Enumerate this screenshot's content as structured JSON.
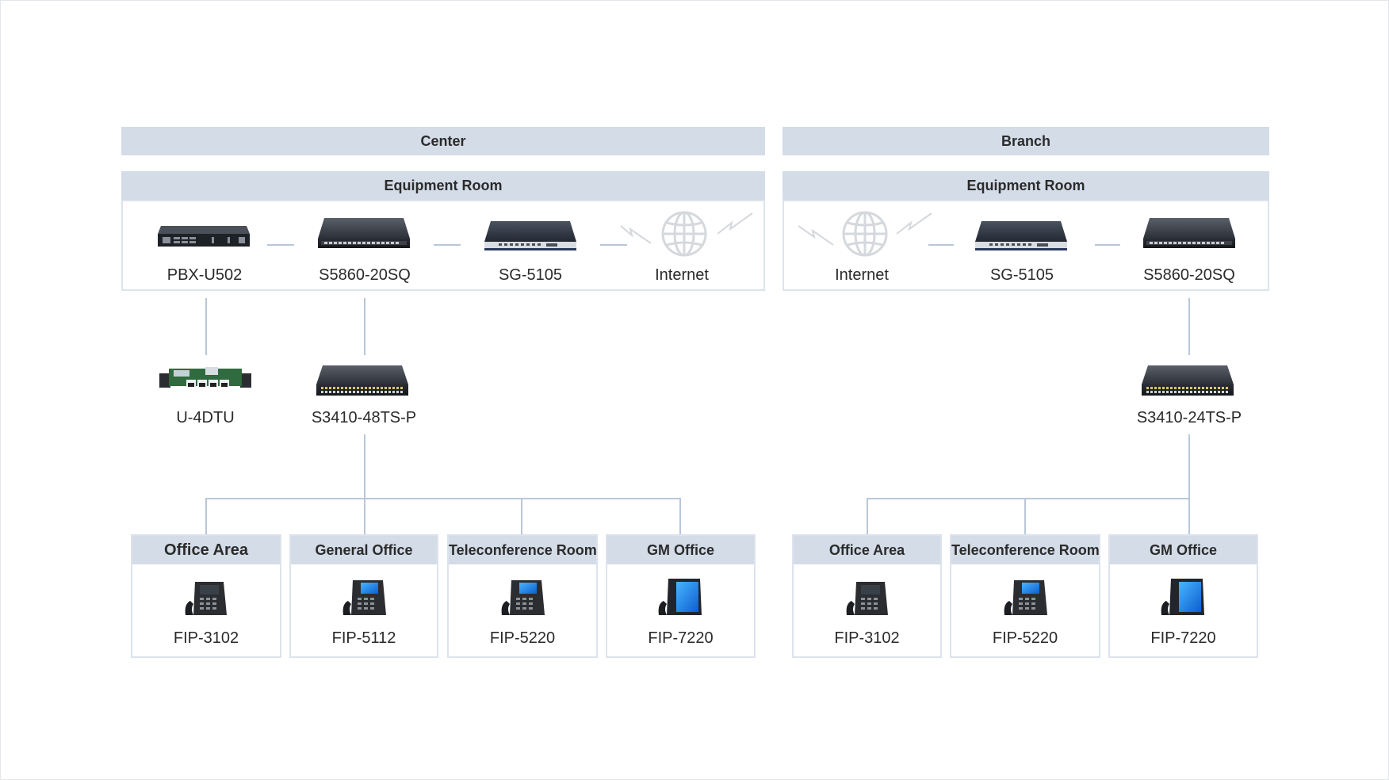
{
  "center": {
    "title": "Center",
    "room_title": "Equipment Room",
    "room_devices": [
      "PBX-U502",
      "S5860-20SQ",
      "SG-5105",
      "Internet"
    ],
    "mid_devices": [
      "U-4DTU",
      "S3410-48TS-P"
    ],
    "areas": [
      {
        "title": "Office Area",
        "phone": "FIP-3102"
      },
      {
        "title": "General Office",
        "phone": "FIP-5112"
      },
      {
        "title": "Teleconference Room",
        "phone": "FIP-5220"
      },
      {
        "title": "GM Office",
        "phone": "FIP-7220"
      }
    ]
  },
  "branch": {
    "title": "Branch",
    "room_title": "Equipment Room",
    "room_devices": [
      "Internet",
      "SG-5105",
      "S5860-20SQ"
    ],
    "mid_devices": [
      "S3410-24TS-P"
    ],
    "areas": [
      {
        "title": "Office Area",
        "phone": "FIP-3102"
      },
      {
        "title": "Teleconference Room",
        "phone": "FIP-5220"
      },
      {
        "title": "GM Office",
        "phone": "FIP-7220"
      }
    ]
  }
}
